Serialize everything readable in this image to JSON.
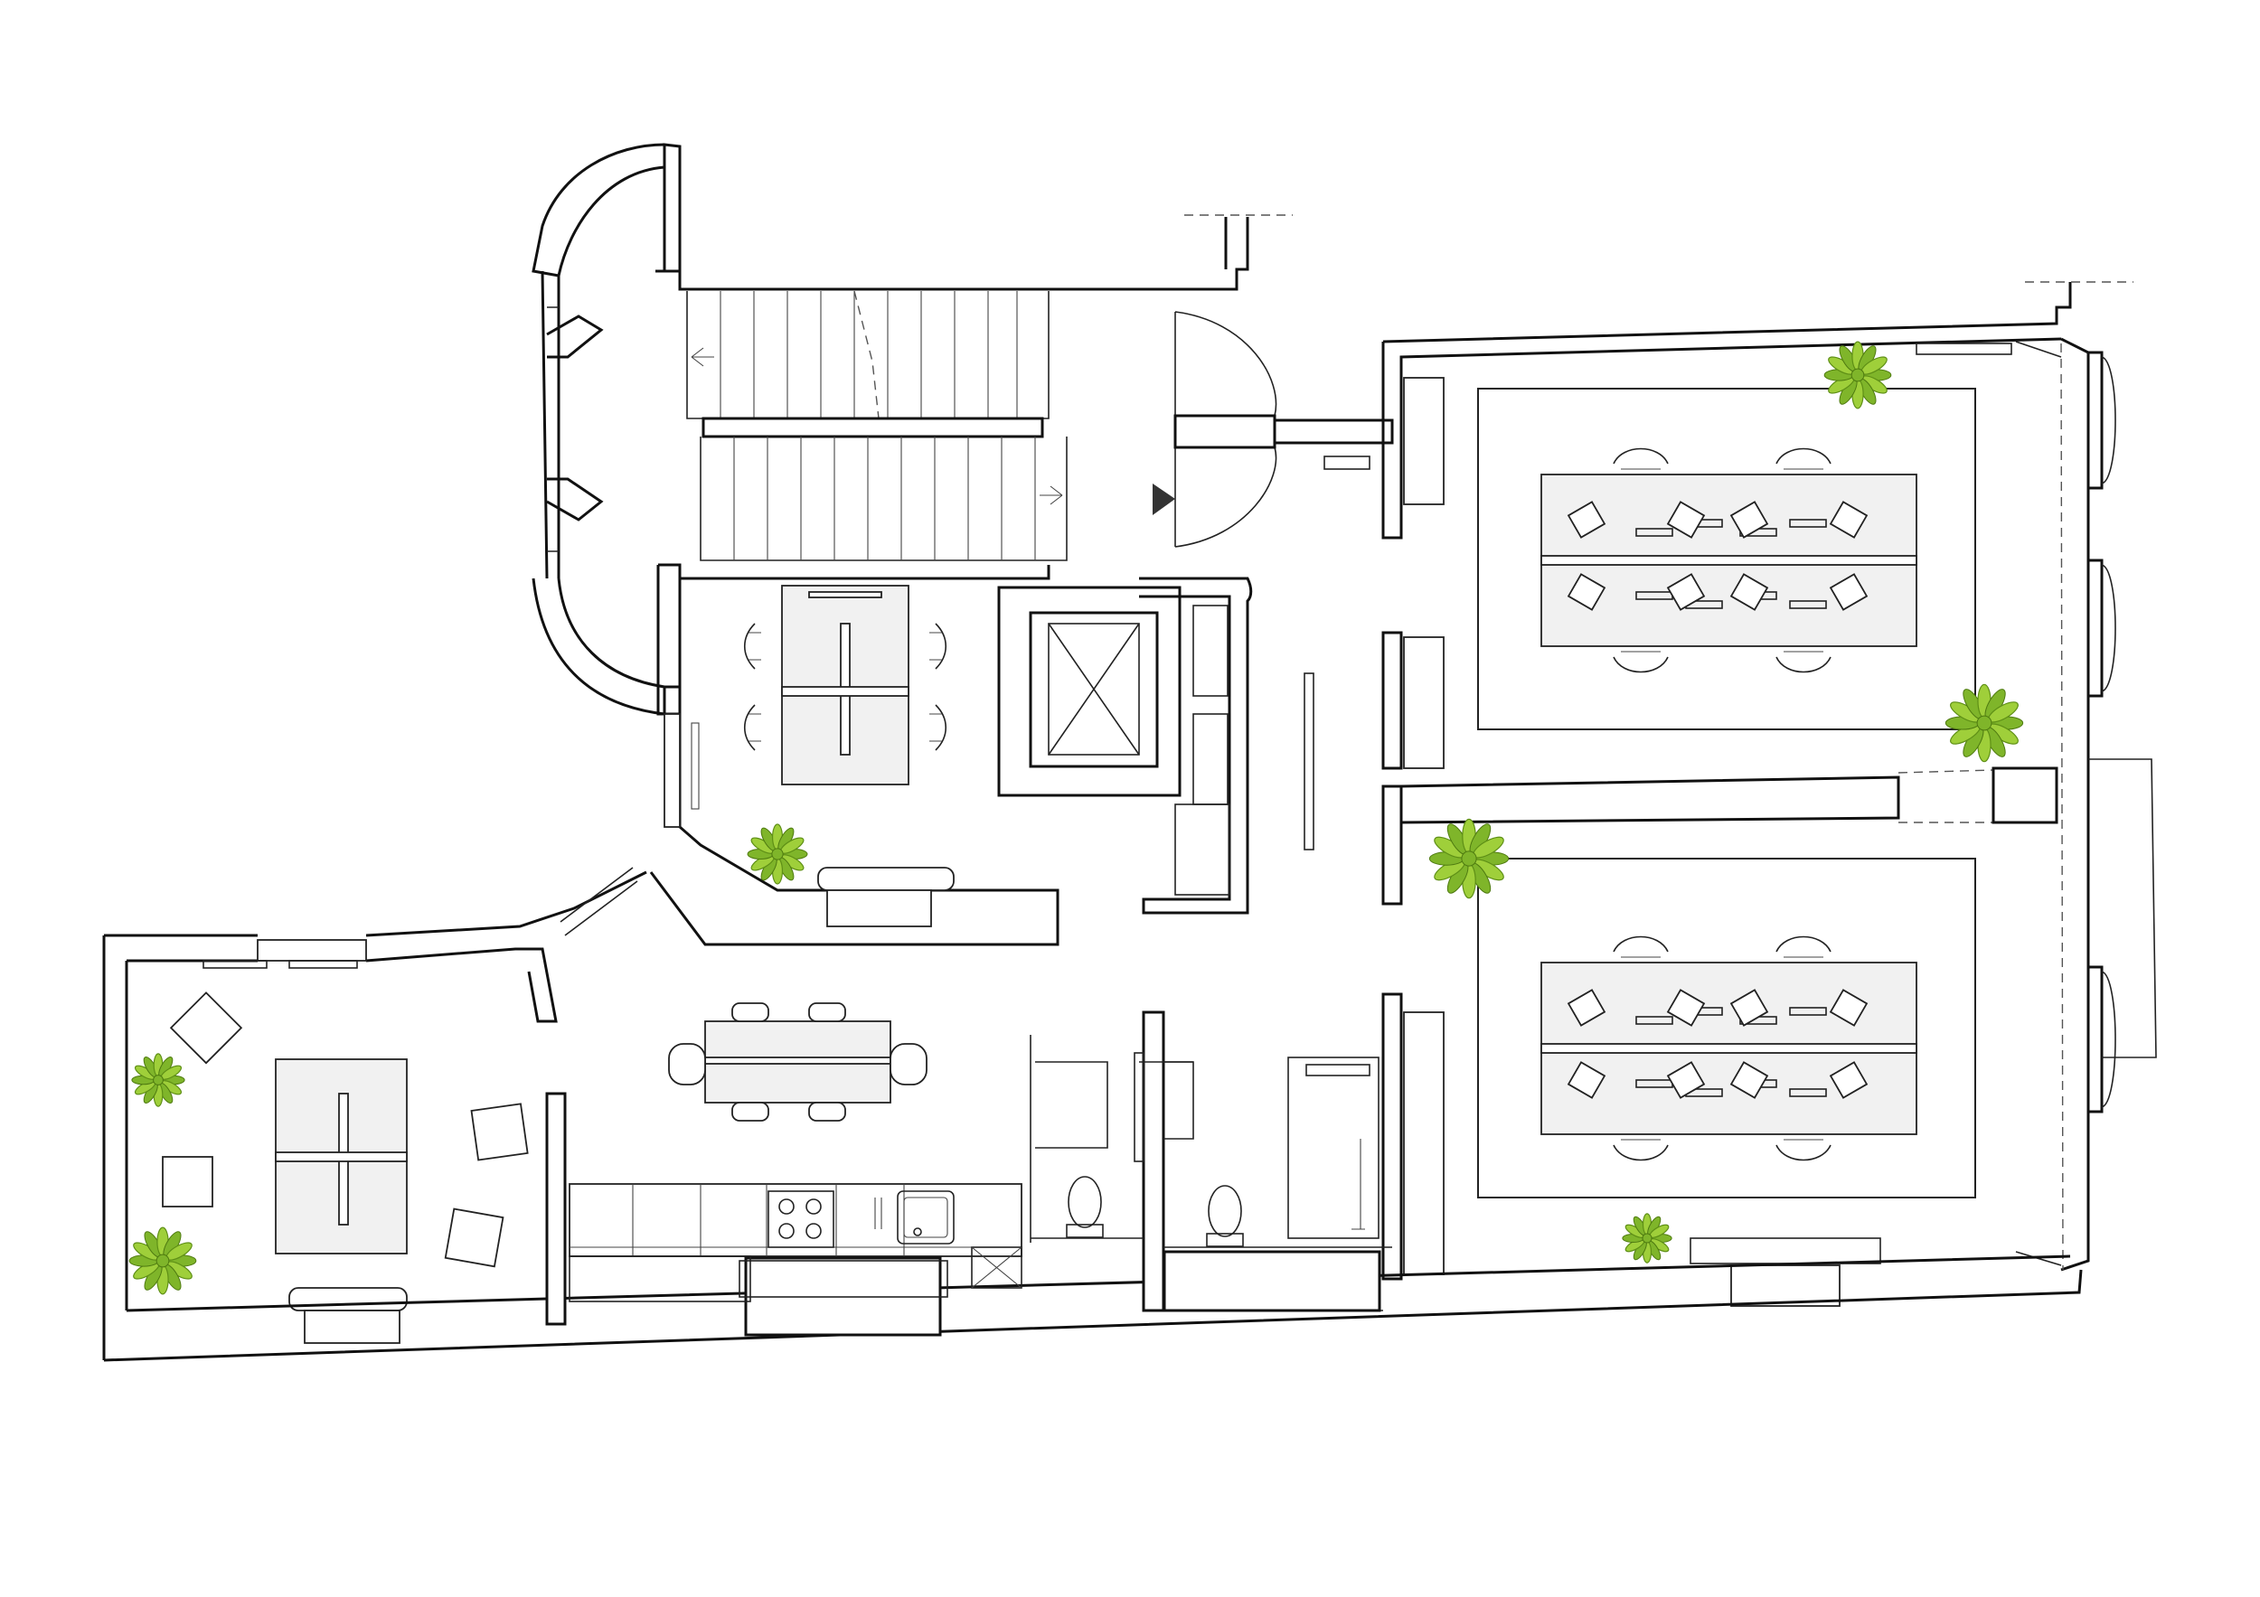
{
  "plan": {
    "rooms": [
      {
        "id": "staircase"
      },
      {
        "id": "entrance-hall"
      },
      {
        "id": "meeting-room"
      },
      {
        "id": "elevator"
      },
      {
        "id": "lounge"
      },
      {
        "id": "dining-kitchen"
      },
      {
        "id": "wc-1"
      },
      {
        "id": "wc-2"
      },
      {
        "id": "office-north"
      },
      {
        "id": "office-south"
      }
    ],
    "workstations_per_office": 8,
    "colors": {
      "wall": "#111111",
      "furniture": "#f1f1f1",
      "plant": "#9fcf3a",
      "plant_dark": "#5e8f16"
    },
    "icons": [
      "entrance-arrow-icon",
      "elevator-cross-icon",
      "stove-icon",
      "sink-icon",
      "toilet-icon",
      "plant-icon"
    ]
  }
}
